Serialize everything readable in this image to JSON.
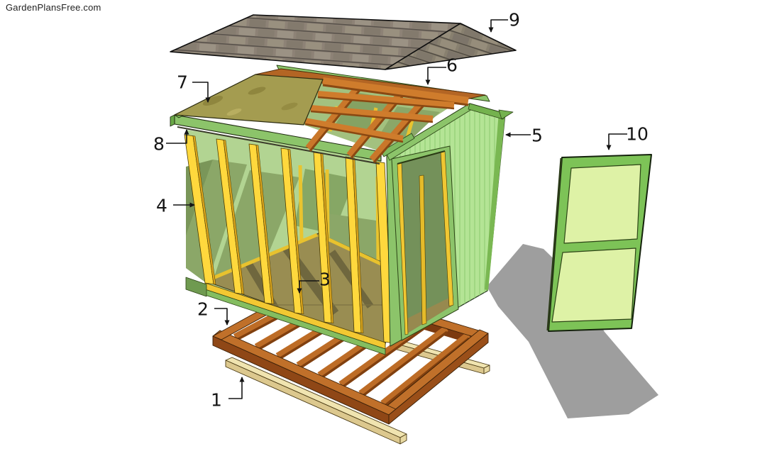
{
  "watermark": "GardenPlansFree.com",
  "diagram": {
    "type": "exploded-assembly-diagram",
    "subject": "garden shed building plan",
    "labels": [
      {
        "number": "1",
        "part": "skids"
      },
      {
        "number": "2",
        "part": "floor-frame-joists"
      },
      {
        "number": "3",
        "part": "plywood-floor"
      },
      {
        "number": "4",
        "part": "wall-studs-framing"
      },
      {
        "number": "5",
        "part": "gable-end-wall-siding"
      },
      {
        "number": "6",
        "part": "roof-rafters"
      },
      {
        "number": "7",
        "part": "roof-plywood-deck"
      },
      {
        "number": "8",
        "part": "fascia-trim"
      },
      {
        "number": "9",
        "part": "roof-shingles"
      },
      {
        "number": "10",
        "part": "door"
      }
    ],
    "colors": {
      "siding_green": "#b4e495",
      "trim_green": "#8cc46a",
      "stud_yellow": "#ffd83d",
      "rafter_orange": "#c9772a",
      "floor_frame_orange": "#b05e1f",
      "deck_olive": "#a49c50",
      "floor_khaki": "#998d52",
      "shingle_gray": "#8d8276",
      "skid_cream": "#f0e4b0",
      "shadow_gray": "#9e9e9e",
      "door_panel_green": "#def2a6",
      "label_color": "#141414"
    }
  }
}
